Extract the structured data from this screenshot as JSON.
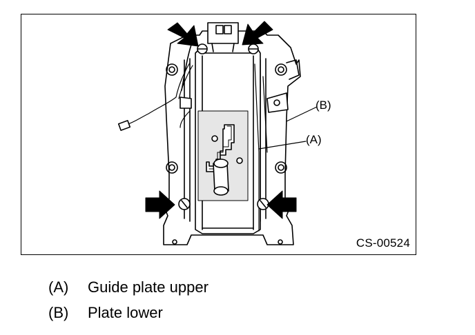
{
  "figure": {
    "code": "CS-00524",
    "callouts": [
      {
        "id": "A",
        "label": "(A)"
      },
      {
        "id": "B",
        "label": "(B)"
      }
    ]
  },
  "legend": {
    "items": [
      {
        "key": "(A)",
        "text": "Guide plate upper"
      },
      {
        "key": "(B)",
        "text": "Plate lower"
      }
    ]
  },
  "colors": {
    "line": "#000000",
    "background": "#ffffff",
    "shade": "#e6e6e6"
  }
}
